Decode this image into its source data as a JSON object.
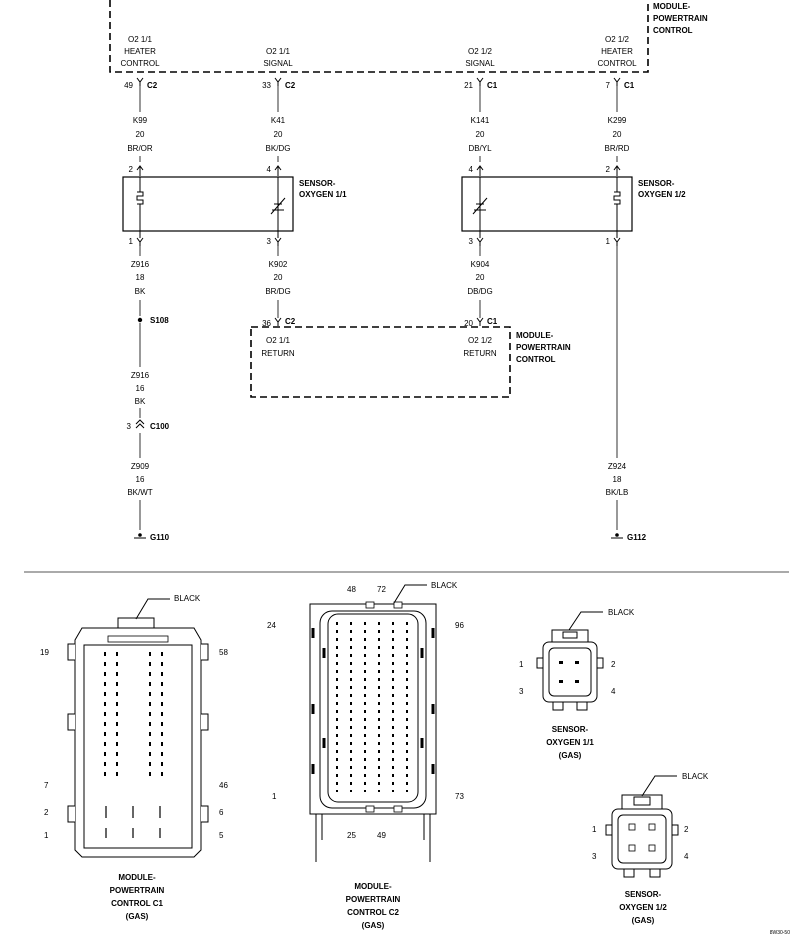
{
  "modules": {
    "top_label": [
      "MODULE-",
      "POWERTRAIN",
      "CONTROL"
    ],
    "bottom_label": [
      "MODULE-",
      "POWERTRAIN",
      "CONTROL"
    ]
  },
  "top_pins": [
    {
      "label1": "O2 1/1",
      "label2": "HEATER",
      "label3": "CONTROL",
      "pin": "49",
      "conn": "C2"
    },
    {
      "label1": "O2 1/1",
      "label2": "SIGNAL",
      "label3": "",
      "pin": "33",
      "conn": "C2"
    },
    {
      "label1": "O2 1/2",
      "label2": "SIGNAL",
      "label3": "",
      "pin": "21",
      "conn": "C1"
    },
    {
      "label1": "O2 1/2",
      "label2": "HEATER",
      "label3": "CONTROL",
      "pin": "7",
      "conn": "C1"
    }
  ],
  "upper_wires": [
    {
      "id": "K99",
      "gauge": "20",
      "color": "BR/OR",
      "pin": "2"
    },
    {
      "id": "K41",
      "gauge": "20",
      "color": "BK/DG",
      "pin": "4"
    },
    {
      "id": "K141",
      "gauge": "20",
      "color": "DB/YL",
      "pin": "4"
    },
    {
      "id": "K299",
      "gauge": "20",
      "color": "BR/RD",
      "pin": "2"
    }
  ],
  "sensors": {
    "s11": [
      "SENSOR-",
      "OXYGEN 1/1"
    ],
    "s12": [
      "SENSOR-",
      "OXYGEN 1/2"
    ]
  },
  "sensor_bottom_pins": [
    "1",
    "3",
    "3",
    "1"
  ],
  "lower_wires": {
    "z916a": {
      "id": "Z916",
      "gauge": "18",
      "color": "BK"
    },
    "k902": {
      "id": "K902",
      "gauge": "20",
      "color": "BR/DG"
    },
    "k904": {
      "id": "K904",
      "gauge": "20",
      "color": "DB/DG"
    },
    "z916b": {
      "id": "Z916",
      "gauge": "16",
      "color": "BK"
    },
    "z909": {
      "id": "Z909",
      "gauge": "16",
      "color": "BK/WT"
    },
    "z924": {
      "id": "Z924",
      "gauge": "18",
      "color": "BK/LB"
    }
  },
  "splice": "S108",
  "inline_connector": {
    "pin": "3",
    "name": "C100"
  },
  "return_pins": [
    {
      "pin": "36",
      "conn": "C2",
      "label1": "O2 1/1",
      "label2": "RETURN"
    },
    {
      "pin": "20",
      "conn": "C1",
      "label1": "O2 1/2",
      "label2": "RETURN"
    }
  ],
  "grounds": [
    "G110",
    "G112"
  ],
  "connector_views": {
    "pcm_c1": {
      "color": "BLACK",
      "pins": {
        "p19": "19",
        "p58": "58",
        "p7": "7",
        "p46": "46",
        "p2": "2",
        "p6": "6",
        "p1": "1",
        "p5": "5"
      },
      "caption": [
        "MODULE-",
        "POWERTRAIN",
        "CONTROL C1",
        "(GAS)"
      ]
    },
    "pcm_c2": {
      "color": "BLACK",
      "pins": {
        "p48": "48",
        "p72": "72",
        "p24": "24",
        "p96": "96",
        "p1": "1",
        "p73": "73",
        "p25": "25",
        "p49": "49"
      },
      "caption": [
        "MODULE-",
        "POWERTRAIN",
        "CONTROL C2",
        "(GAS)"
      ]
    },
    "o2_11": {
      "color": "BLACK",
      "pins": {
        "p1": "1",
        "p2": "2",
        "p3": "3",
        "p4": "4"
      },
      "caption": [
        "SENSOR-",
        "OXYGEN 1/1",
        "(GAS)"
      ]
    },
    "o2_12": {
      "color": "BLACK",
      "pins": {
        "p1": "1",
        "p2": "2",
        "p3": "3",
        "p4": "4"
      },
      "caption": [
        "SENSOR-",
        "OXYGEN 1/2",
        "(GAS)"
      ]
    }
  },
  "figure_id": "8W30-50"
}
